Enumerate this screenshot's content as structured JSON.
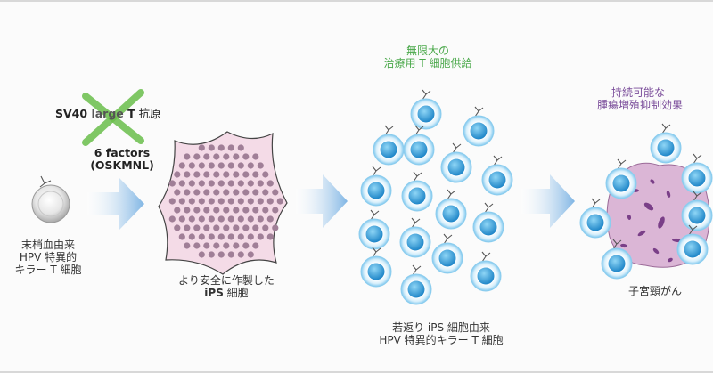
{
  "colors": {
    "tcell_ring": "#9cd6f3",
    "tcell_core": "#2e9bd6",
    "ips_fill": "#f3d9e6",
    "ips_dots": "#9b7d93",
    "cancer_fill": "#d9b5d4",
    "cancer_spots": "#7b3f86",
    "arrow": "#8fc0e8",
    "cross": "#6abf4b",
    "green_text": "#4aa84a",
    "purple_text": "#7a4c9a"
  },
  "labels": {
    "sv40_prefix": "SV40 ",
    "sv40_crossed": "large",
    "sv40_t": " T",
    "sv40_antigen": " 抗原",
    "factors_line1": "6 factors",
    "factors_line2": "(OSKMNL)",
    "source_line1": "末梢血由来",
    "source_line2": "HPV 特異的",
    "source_line3": "キラー T 細胞",
    "ips_line1": "より安全に作製した",
    "ips_line2_bold": "iPS",
    "ips_line2_rest": " 細胞",
    "supply_line1": "無限大の",
    "supply_line2": "治療用 T 細胞供給",
    "rejuv_line1": "若返り iPS 細胞由来",
    "rejuv_line2": "HPV 特異的キラー T 細胞",
    "effect_line1": "持続可能な",
    "effect_line2": "腫瘍増殖抑制効果",
    "cervical_cancer": "子宮頸がん"
  }
}
